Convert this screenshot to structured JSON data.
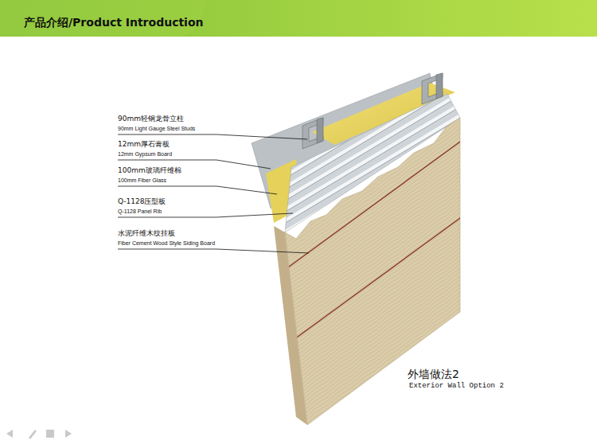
{
  "diagram": {
    "title": "产品介绍/Product Introduction",
    "caption": "外墙做法2",
    "labels": [
      "90mm轻钢龙骨立柱",
      "90mm Light Gauge Steel Studs",
      "12mm厚石膏板",
      "12mm Gypsum Board",
      "100mm玻璃纤维棉",
      "100mm Fiber Glass",
      "Q-1128压型板",
      "Q-1128 Panel Rib",
      "水泥纤维木纹挂板",
      "Fiber Cement Wood Style Siding Board",
      "Exterior Wall Option 2"
    ]
  }
}
